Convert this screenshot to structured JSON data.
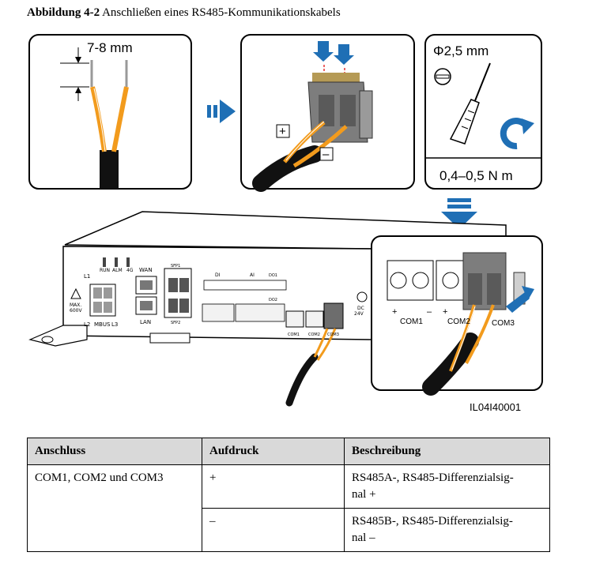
{
  "caption": {
    "number": "Abbildung 4-2",
    "text": "Anschließen eines RS485-Kommunikationskabels"
  },
  "figure": {
    "strip_length": "7-8 mm",
    "plus_sign": "+",
    "minus_sign": "–",
    "screwdriver_size": "Φ2,5 mm",
    "torque": "0,4–0,5 N m",
    "device_labels": {
      "run": "RUN",
      "alm": "ALM",
      "fourg": "4G",
      "wan": "WAN",
      "lan": "LAN",
      "sfp1": "SFP1",
      "sfp2": "SFP2",
      "di": "DI",
      "ai": "AI",
      "do": "DO1",
      "do2": "DO2",
      "l1": "L1",
      "l2": "L2",
      "l3": "L3",
      "mbus": "MBUS",
      "max": "MAX.",
      "max_v": "600V",
      "dc": "DC",
      "dc_v": "24V",
      "com1": "COM1",
      "com2": "COM2",
      "com3": "COM3",
      "zoom_com1": "COM1",
      "zoom_com2": "COM2",
      "zoom_com3": "COM3"
    },
    "figure_id": "IL04I40001"
  },
  "table": {
    "headers": [
      "Anschluss",
      "Aufdruck",
      "Beschreibung"
    ],
    "port": "COM1, COM2 und COM3",
    "rows": [
      {
        "print": "+",
        "desc_line1": "RS485A-, RS485-Differenzialsig-",
        "desc_line2": "nal +"
      },
      {
        "print": "–",
        "desc_line1": "RS485B-, RS485-Differenzialsig-",
        "desc_line2": "nal –"
      }
    ]
  }
}
